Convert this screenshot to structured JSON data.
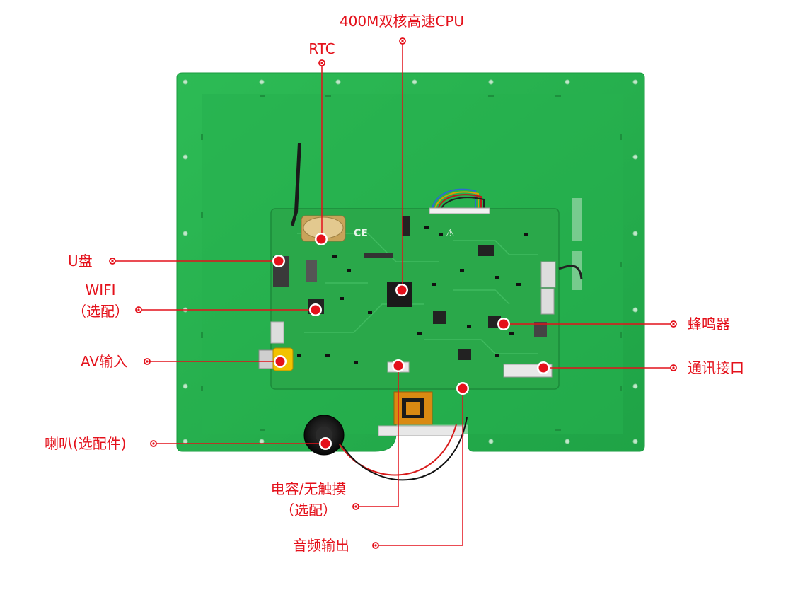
{
  "colors": {
    "board_green": "#22b14c",
    "board_edge": "#1a9b3f",
    "mainboard_green": "#2aa84a",
    "callout_red": "#e4111b",
    "wire_red": "#d81a1a",
    "wire_black": "#111111",
    "connector_yellow": "#f2c200",
    "ribbon_orange": "#d98a12"
  },
  "labels": {
    "cpu": "400M双核高速CPU",
    "rtc": "RTC",
    "udisk": "U盘",
    "wifi_line1": "WIFI",
    "wifi_line2": "（选配）",
    "av": "AV输入",
    "speaker": "喇叭(选配件)",
    "touch_line1": "电容/无触摸",
    "touch_line2": "（选配）",
    "audio": "音频输出",
    "buzzer": "蜂鸣器",
    "comm": "通讯接口"
  },
  "board_markings": {
    "ce_mark": "CE",
    "warning_mark": "⚠"
  }
}
